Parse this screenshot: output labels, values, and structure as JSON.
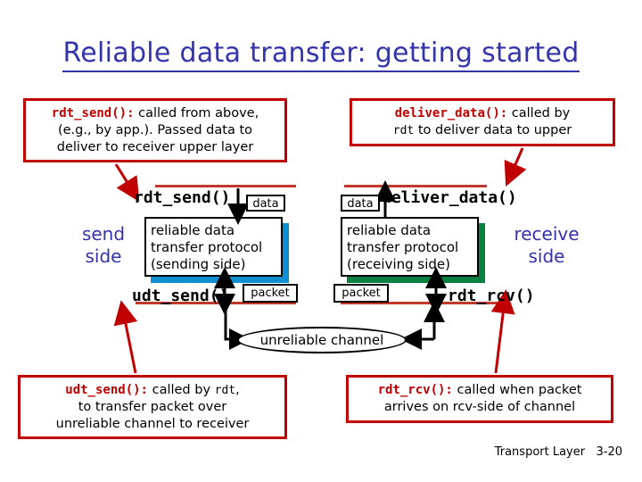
{
  "slide": {
    "title": "Reliable data transfer: getting started",
    "footer": "Transport Layer   3-20",
    "colors": {
      "title": "#3333aa",
      "callout_border": "#c00000",
      "callout_fn": "#c00000",
      "side_label": "#3333aa",
      "sender_box_shadow": "#0d8fd1",
      "receiver_box_shadow": "#0a8040",
      "layer_rule": "#c0392b",
      "arrow_red": "#c00000",
      "arrow_black": "#000000"
    }
  },
  "callouts": {
    "rdt_send": {
      "fn": "rdt_send():",
      "text": " called from above,\n(e.g., by app.). Passed data to\ndeliver to receiver upper layer"
    },
    "deliver_data": {
      "fn": "deliver_data():",
      "text_before": " called by\n",
      "mono": "rdt",
      "text_after": " to deliver data to upper"
    },
    "udt_send": {
      "fn": "udt_send():",
      "text_before": " called by ",
      "mono": "rdt",
      "text_after": ",\nto transfer packet over\nunreliable channel to receiver"
    },
    "rdt_rcv": {
      "fn": "rdt_rcv():",
      "text": " called when packet\narrives on rcv-side of channel"
    }
  },
  "side_labels": {
    "send": "send\nside",
    "receive": "receive\nside"
  },
  "protocol_boxes": {
    "sender": "reliable data\ntransfer protocol\n(sending side)",
    "receiver": "reliable data\ntransfer protocol\n(receiving side)"
  },
  "code_labels": {
    "rdt_send": "rdt_send()",
    "deliver_data": "deliver_data()",
    "udt_send": "udt_send()",
    "rdt_rcv": "rdt_rcv()"
  },
  "unit_boxes": {
    "data_left": "data",
    "data_right": "data",
    "packet_left": "packet",
    "packet_right": "packet"
  },
  "channel": {
    "label": "unreliable channel"
  }
}
